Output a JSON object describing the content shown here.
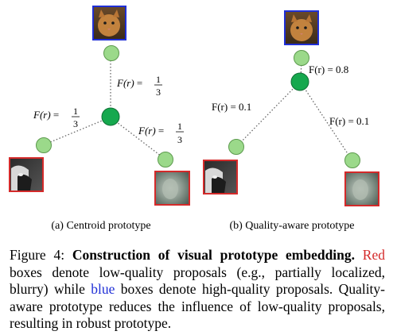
{
  "colors": {
    "red_box": "#d42a2a",
    "blue_box": "#1f2fd6",
    "node_light": "#9bd98a",
    "node_dark": "#16a84e",
    "node_stroke": "#5c9a4d",
    "edge": "#666666",
    "caption_red": "#d42a2a",
    "caption_blue": "#1f2fd6"
  },
  "panel_a": {
    "edge_top": {
      "func": "F(r)",
      "numerator": "1",
      "denominator": "3"
    },
    "edge_left": {
      "func": "F(r)",
      "numerator": "1",
      "denominator": "3"
    },
    "edge_right": {
      "func": "F(r)",
      "numerator": "1",
      "denominator": "3"
    },
    "subcaption": "(a) Centroid prototype"
  },
  "panel_b": {
    "edge_top": "F(r) = 0.8",
    "edge_left": "F(r) = 0.1",
    "edge_right": "F(r) = 0.1",
    "subcaption": "(b) Quality-aware prototype"
  },
  "caption": {
    "fig_num": "Figure 4:",
    "title": "Construction of visual prototype embedding.",
    "red_word": "Red",
    "text1": "boxes denote low-quality proposals (e.g., partially localized, blurry) while",
    "blue_word": "blue",
    "text2": "boxes denote high-quality proposals. Quality-aware prototype reduces the influence of low-quality proposals, resulting in robust prototype."
  }
}
